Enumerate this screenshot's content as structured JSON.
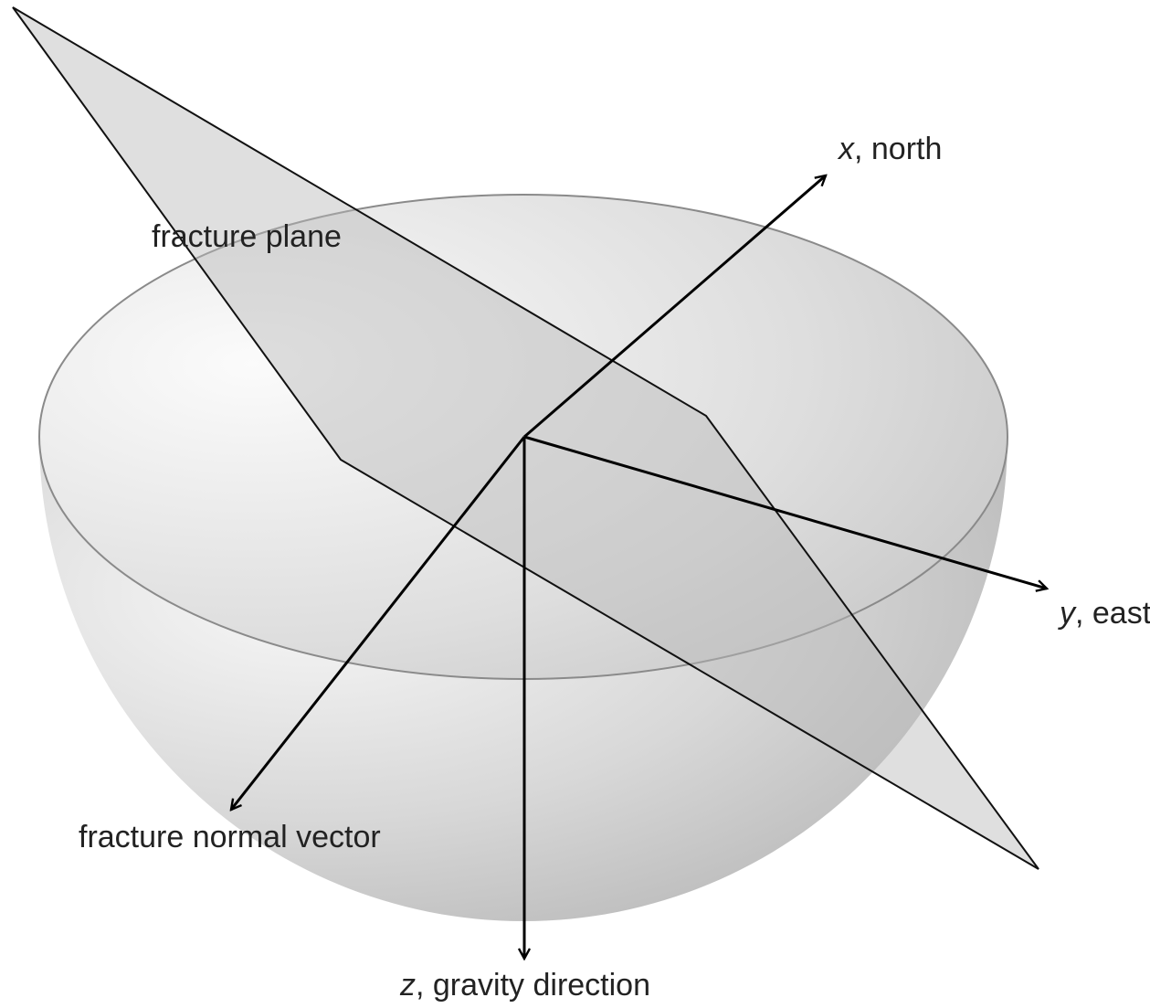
{
  "labels": {
    "fracture_plane": "fracture plane",
    "x_axis_symbol": "x",
    "x_axis_name": ", north",
    "y_axis_symbol": "y",
    "y_axis_name": ", east",
    "z_axis_symbol": "z",
    "z_axis_name": ", gravity direction",
    "normal_vector": "fracture normal vector"
  },
  "colors": {
    "hemisphere_light": "#f6f6f6",
    "hemisphere_dark": "#b9b9b9",
    "rim": "#8a8a8a",
    "plane_fill": "#bdbdbd",
    "axis": "#000000",
    "text": "#222222"
  }
}
